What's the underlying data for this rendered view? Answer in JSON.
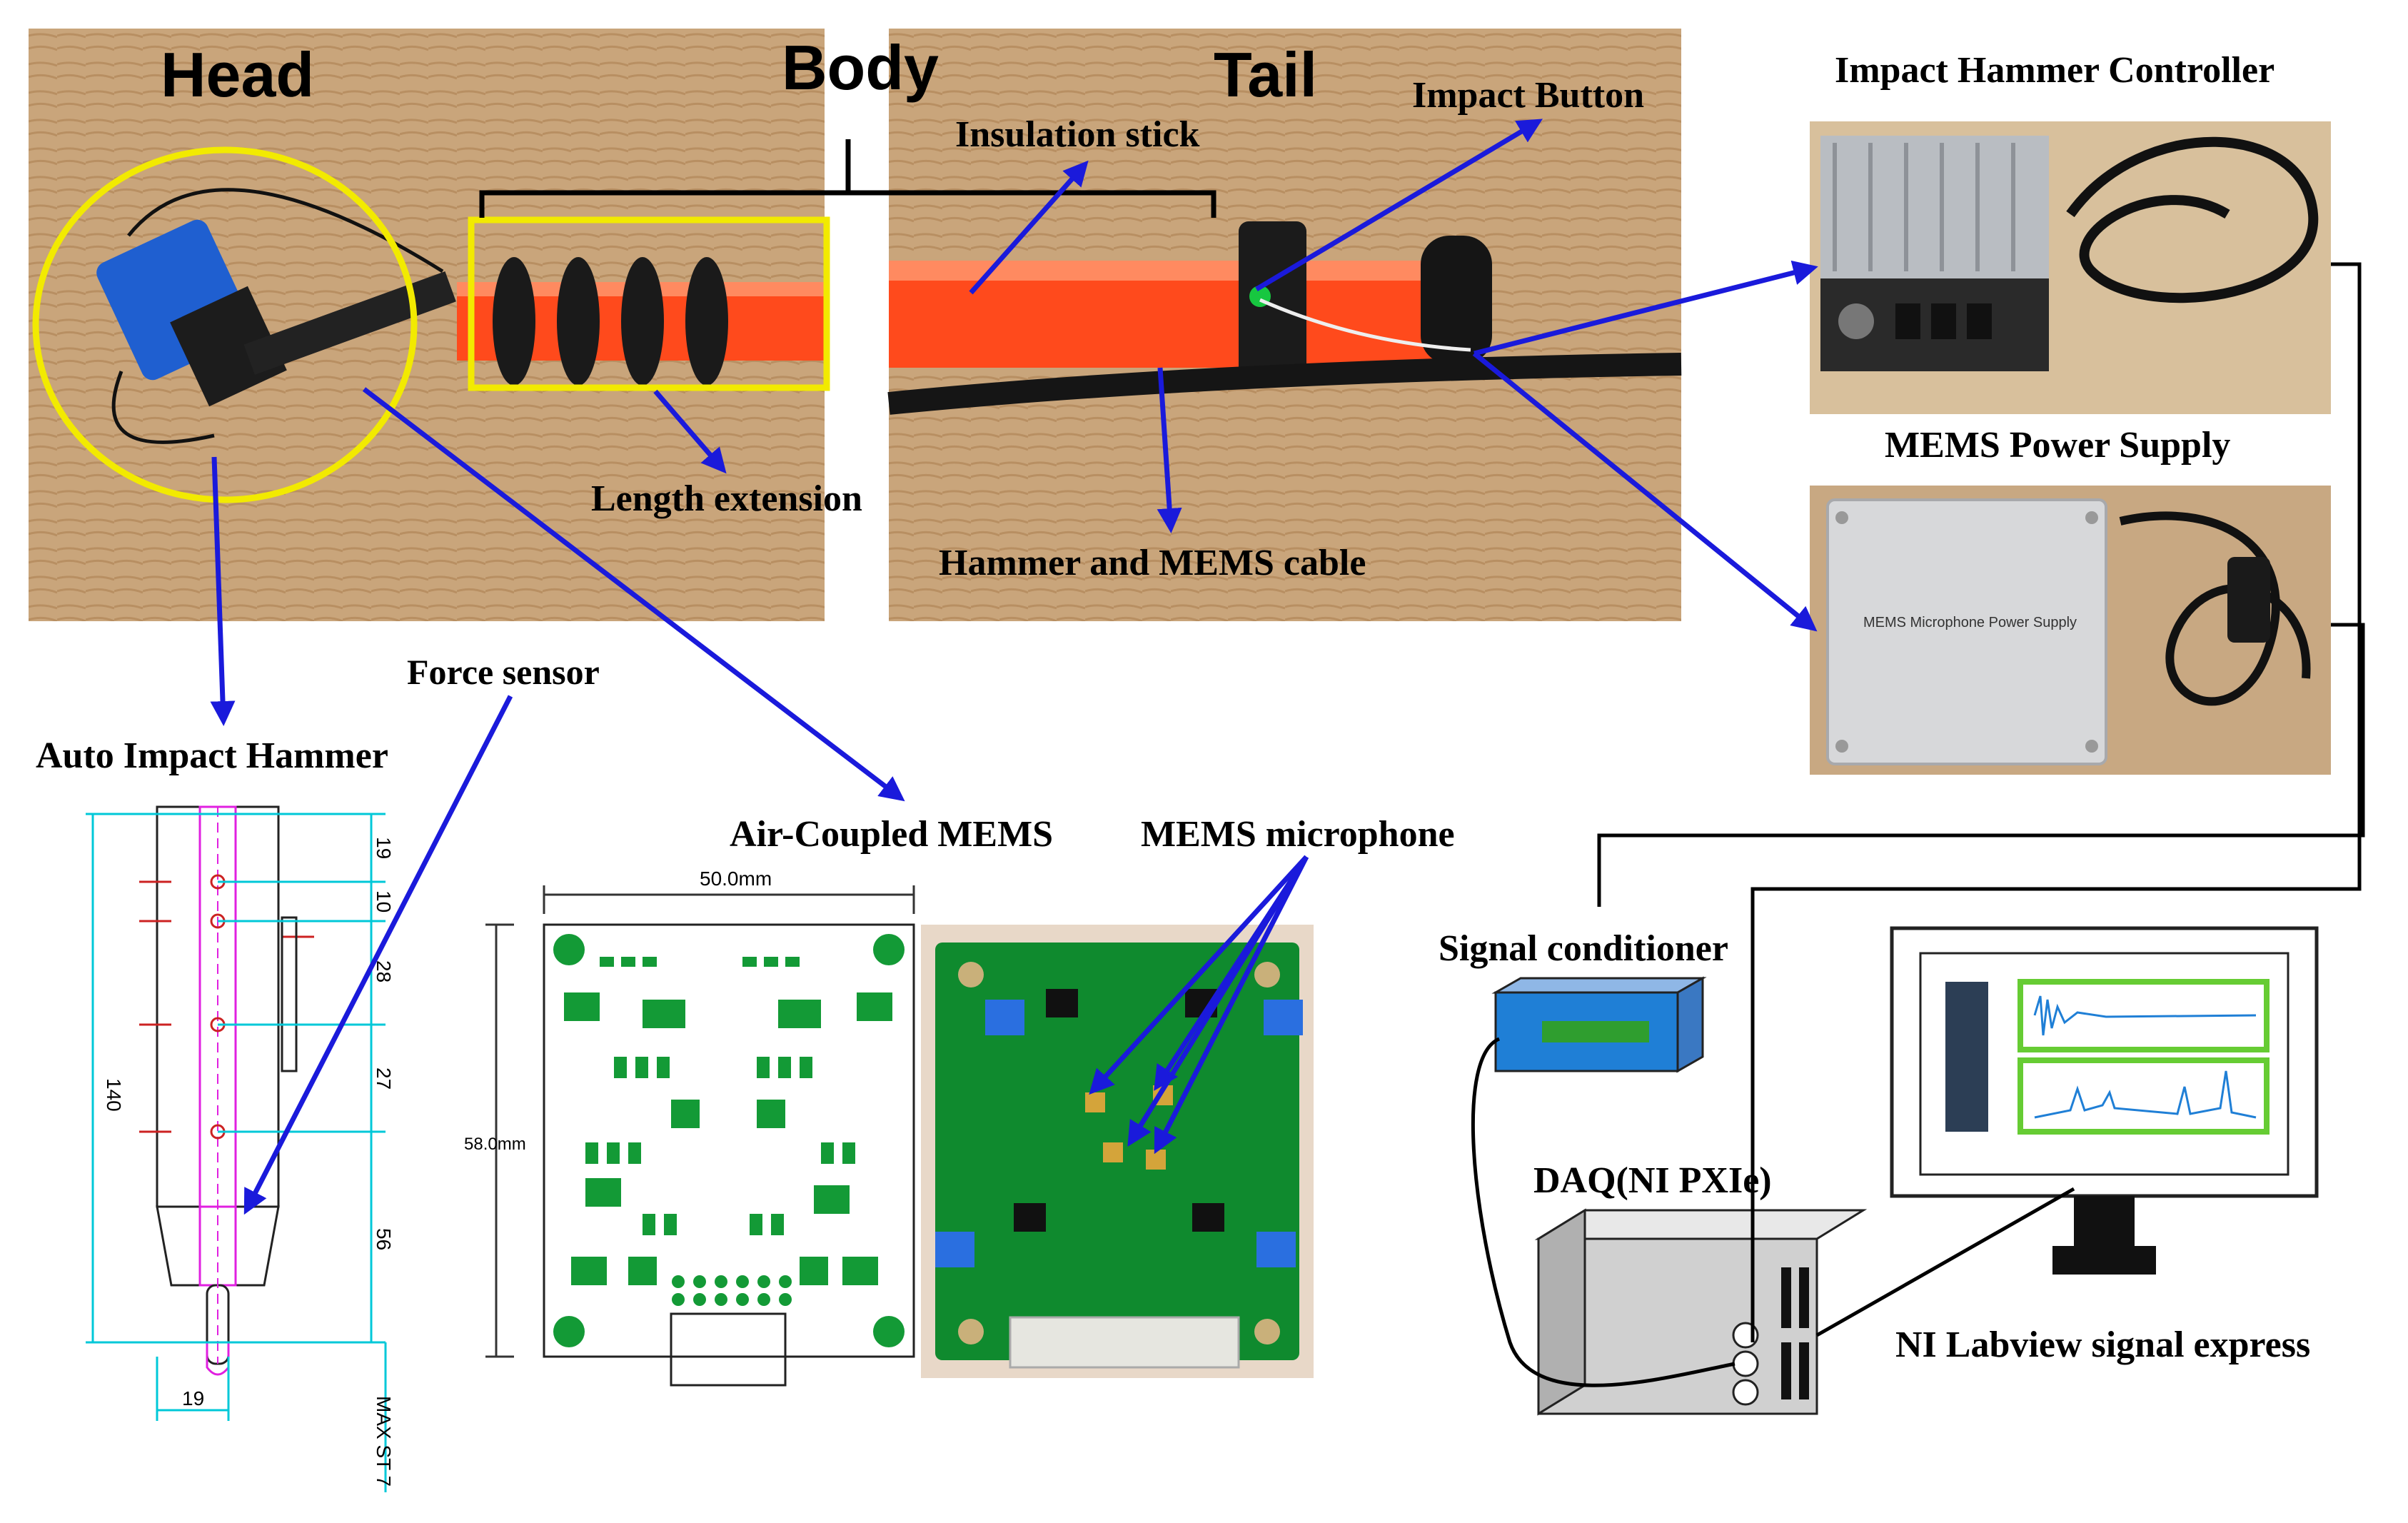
{
  "section_titles": {
    "head": "Head",
    "body": "Body",
    "tail": "Tail"
  },
  "labels": {
    "insulation_stick": "Insulation stick",
    "impact_button": "Impact Button",
    "length_extension": "Length extension",
    "hammer_mems_cable": "Hammer and MEMS cable",
    "impact_hammer_controller": "Impact Hammer Controller",
    "mems_power_supply": "MEMS Power Supply",
    "power_supply_plate_text": "MEMS Microphone Power Supply",
    "force_sensor": "Force sensor",
    "auto_impact_hammer": "Auto Impact Hammer",
    "air_coupled_mems": "Air-Coupled MEMS",
    "mems_microphone": "MEMS microphone",
    "signal_conditioner": "Signal conditioner",
    "daq": "DAQ(NI PXIe)",
    "labview": "NI Labview signal express"
  },
  "hammer_drawing": {
    "total_length": "140",
    "segments": [
      "19",
      "10",
      "28",
      "27",
      "56"
    ],
    "width": "19",
    "max_stroke": "MAX ST 7"
  },
  "pcb_drawing": {
    "width": "50.0mm",
    "height": "58.0mm"
  },
  "colors": {
    "arrow": "#1a1adb",
    "highlight": "#f2ea00",
    "insulation": "#ff4a1c",
    "pcb_green": "#0f8a2e",
    "screen_green": "#66cc33",
    "signal_blue": "#1f7fd6"
  }
}
